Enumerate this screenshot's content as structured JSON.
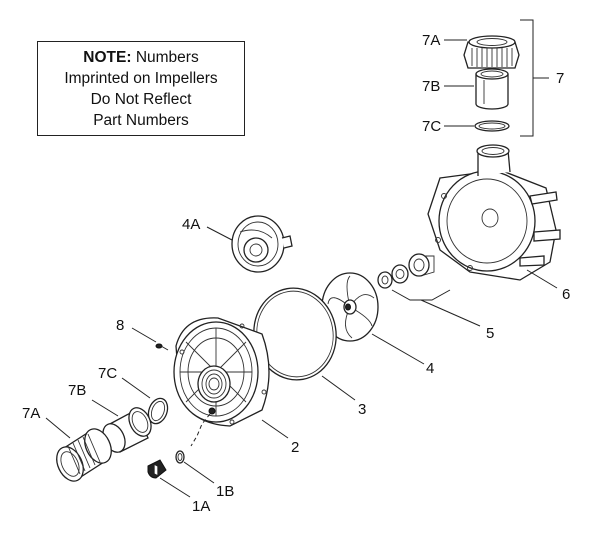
{
  "note": {
    "heading": "NOTE:",
    "line1_rest": "Numbers",
    "line2": "Imprinted on Impellers",
    "line3": "Do Not Reflect",
    "line4": "Part Numbers"
  },
  "callouts": [
    {
      "id": "7A-top",
      "text": "7A"
    },
    {
      "id": "7B-top",
      "text": "7B"
    },
    {
      "id": "7C-top",
      "text": "7C"
    },
    {
      "id": "7",
      "text": "7"
    },
    {
      "id": "4A",
      "text": "4A"
    },
    {
      "id": "6",
      "text": "6"
    },
    {
      "id": "5",
      "text": "5"
    },
    {
      "id": "4",
      "text": "4"
    },
    {
      "id": "8",
      "text": "8"
    },
    {
      "id": "3",
      "text": "3"
    },
    {
      "id": "7C-bottom",
      "text": "7C"
    },
    {
      "id": "7B-bottom",
      "text": "7B"
    },
    {
      "id": "7A-bottom",
      "text": "7A"
    },
    {
      "id": "2",
      "text": "2"
    },
    {
      "id": "1B",
      "text": "1B"
    },
    {
      "id": "1A",
      "text": "1A"
    }
  ]
}
